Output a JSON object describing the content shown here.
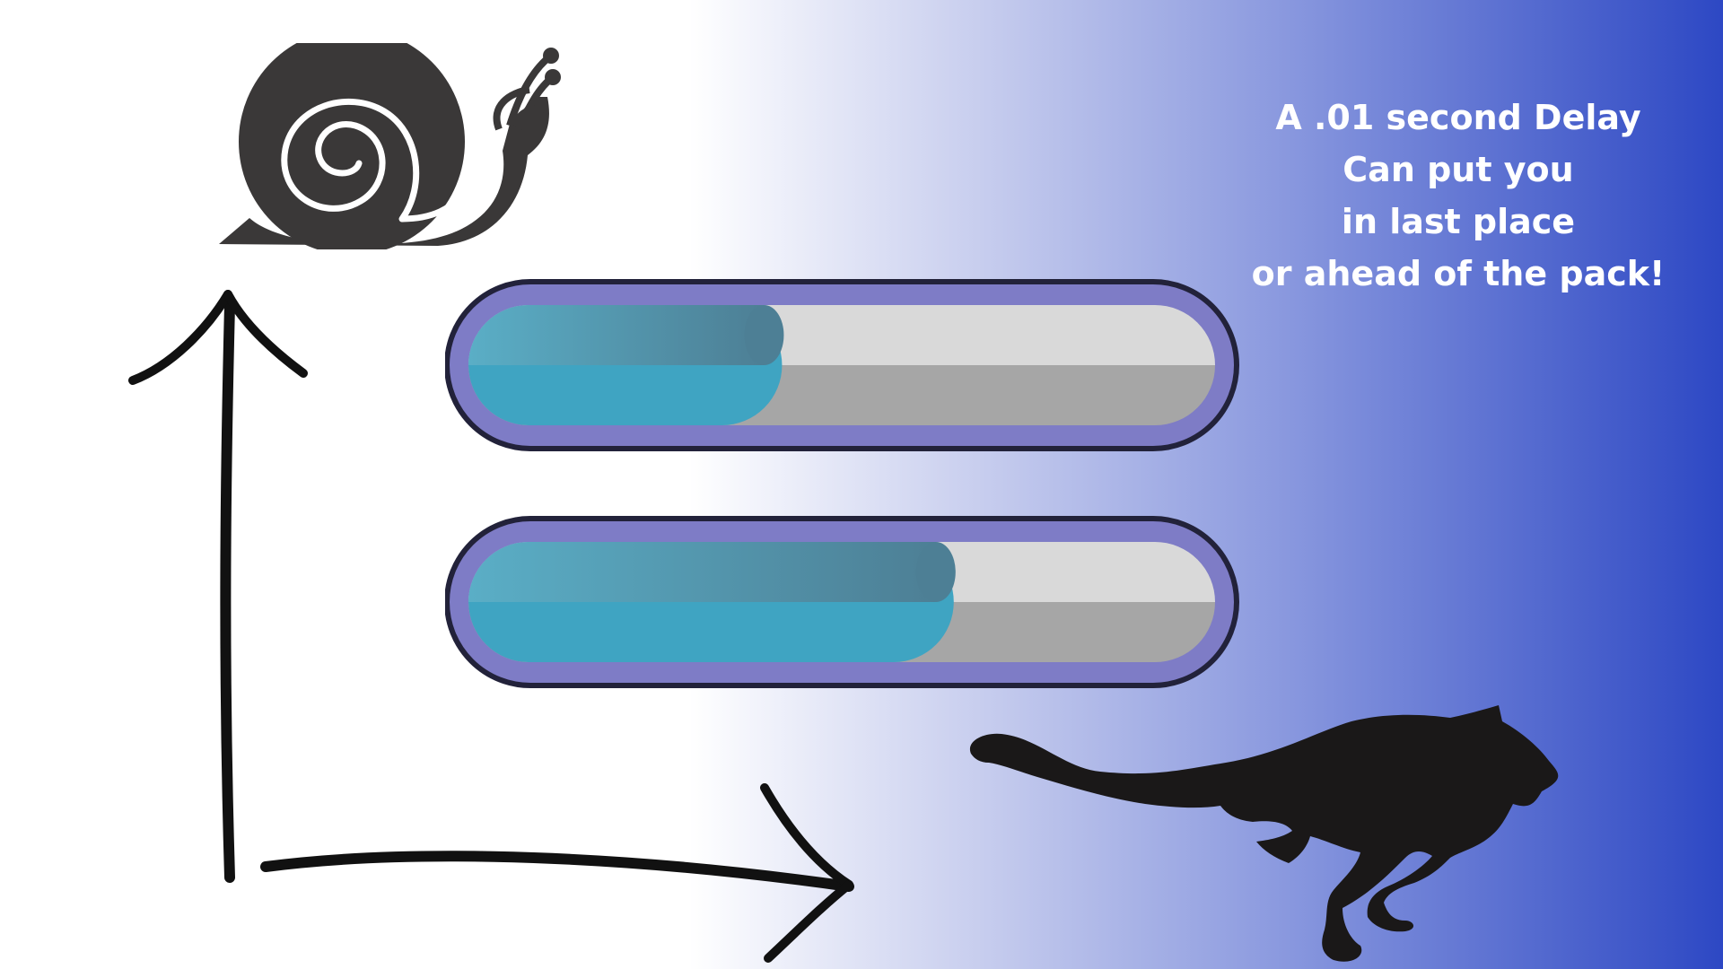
{
  "headline": {
    "lines": [
      "A .01 second Delay",
      "Can put you",
      "in last place",
      "or ahead of the pack!"
    ]
  },
  "progress_bars": [
    {
      "label": "slow-progress",
      "fraction": 0.42
    },
    {
      "label": "fast-progress",
      "fraction": 0.65
    }
  ],
  "icons": {
    "top": "snail-icon",
    "bottom": "cheetah-icon",
    "vertical_arrow": "arrow-up-icon",
    "horizontal_arrow": "arrow-right-icon"
  },
  "colors": {
    "bar_frame": "#7e7cc6",
    "bar_outline": "#22223a",
    "fill_top": "#5aaec6",
    "fill_bottom": "#3fa4c2",
    "track_top": "#d9d9d9",
    "track_bottom": "#a6a6a6",
    "icon_fill": "#3a3838",
    "background_accent": "#2d48c4"
  }
}
